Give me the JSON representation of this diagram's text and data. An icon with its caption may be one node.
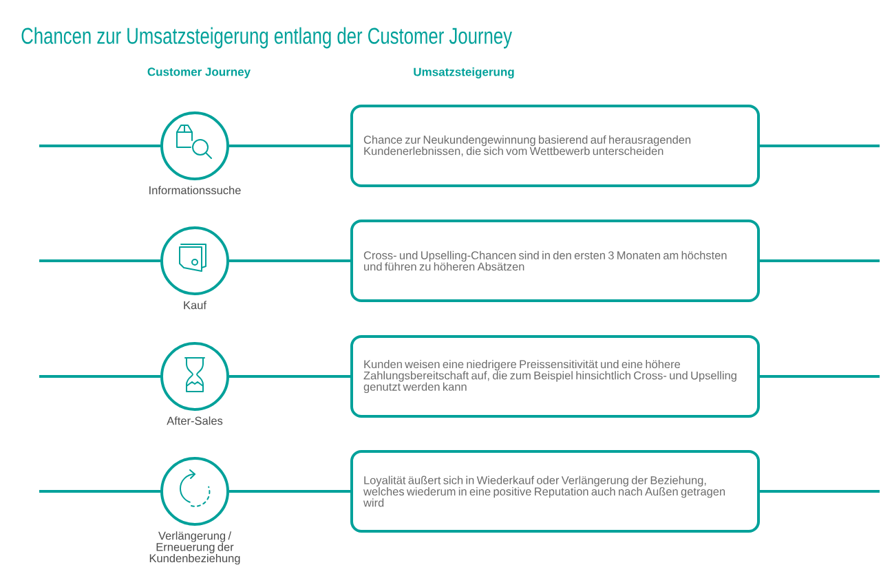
{
  "diagram": {
    "title": "Chancen zur Umsatzsteigerung entlang der Customer Journey",
    "nodes": [
      {
        "text": [
          "Informationssuche"
        ]
      },
      {
        "text": [
          "Chance zur Neukundengewinnung basierend auf herausragenden Kundenerlebnissen, die sich vom Wettbewerb unterscheiden"
        ]
      },
      {
        "text": [
          "Kauf"
        ]
      },
      {
        "text": [
          "Cross- und Upselling-Chancen sind in den ersten 3 Monaten am höchsten und führen zu höheren Absätzen"
        ]
      },
      {
        "text": [
          "After-Sales"
        ]
      },
      {
        "text": [
          "Kunden weisen eine niedrigere Preissensitivität und eine höhere Zahlungsbereitschaft auf, die zum Beispiel hinsichtlich Cross- und Upselling genutzt werden kann"
        ]
      },
      {
        "text": [
          "Verlängerung / Erneuerung der Kundenbeziehung"
        ]
      },
      {
        "text": [
          "Loyalität äußert sich in Wiederkauf oder Verlängerung der Beziehung, welches wiederum in eine positive Reputation auch nach Außen getragen wird"
        ]
      }
    ],
    "edges": [
      {
        "from": null,
        "to": 0,
        "arrow": "none"
      },
      {
        "from": 0,
        "to": 1,
        "arrow": "none"
      },
      {
        "from": 1,
        "to": null,
        "arrow": "none"
      },
      {
        "from": null,
        "to": 2,
        "arrow": "none"
      },
      {
        "from": 2,
        "to": 3,
        "arrow": "none"
      },
      {
        "from": 3,
        "to": null,
        "arrow": "none"
      },
      {
        "from": null,
        "to": 4,
        "arrow": "none"
      },
      {
        "from": 4,
        "to": 5,
        "arrow": "none"
      },
      {
        "from": 5,
        "to": null,
        "arrow": "none"
      },
      {
        "from": null,
        "to": 6,
        "arrow": "none"
      },
      {
        "from": 6,
        "to": 7,
        "arrow": "none"
      },
      {
        "from": 7,
        "to": null,
        "arrow": "none"
      }
    ],
    "labels": [
      "Customer Journey",
      "Umsatzsteigerung"
    ]
  }
}
